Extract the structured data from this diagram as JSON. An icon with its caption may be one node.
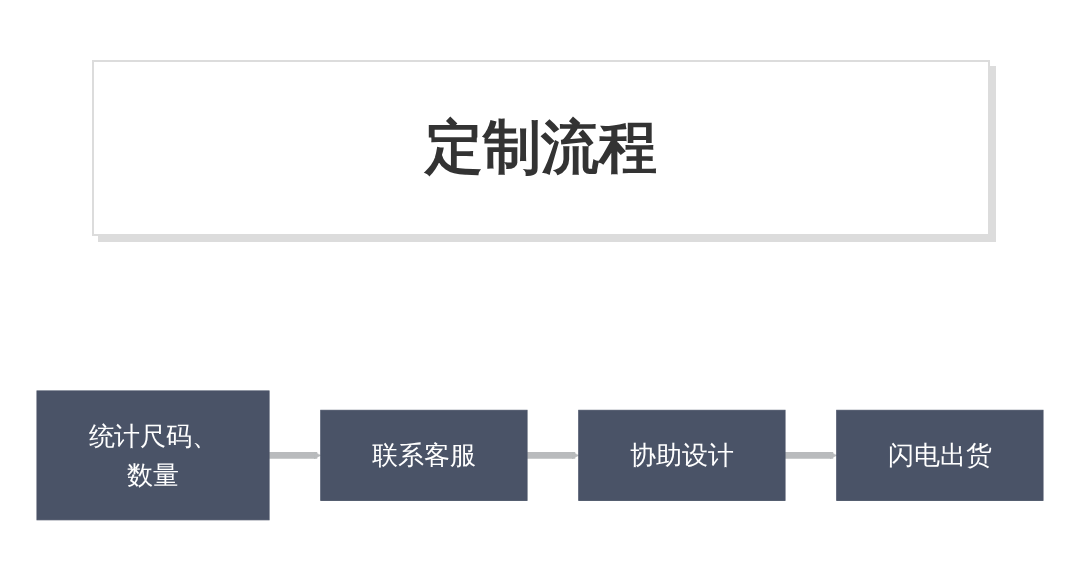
{
  "diagram": {
    "title": "定制流程",
    "nodes": [
      {
        "text": [
          "统计尺码、数量"
        ]
      },
      {
        "text": [
          "联系客服"
        ]
      },
      {
        "text": [
          "协助设计"
        ]
      },
      {
        "text": [
          "闪电出货"
        ]
      }
    ],
    "edges": [
      {
        "from": 0,
        "to": 1,
        "arrow": "to"
      },
      {
        "from": 1,
        "to": 2,
        "arrow": "to"
      },
      {
        "from": 2,
        "to": 3,
        "arrow": "to"
      }
    ]
  }
}
